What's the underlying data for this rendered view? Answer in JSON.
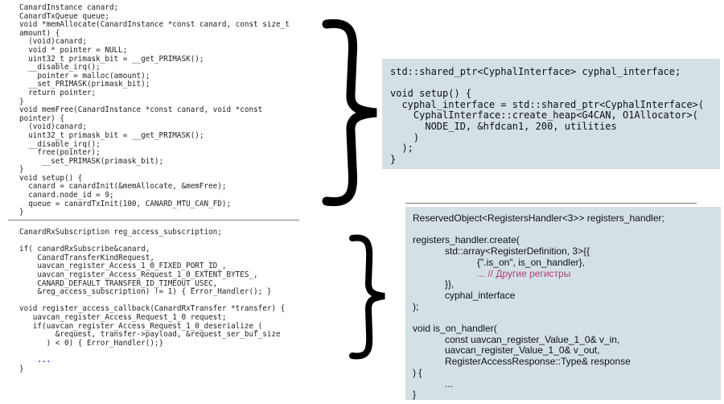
{
  "left_top_code": [
    "CanardInstance canard;",
    "CanardTxQueue queue;",
    "void *memAllocate(CanardInstance *const canard, const size_t",
    "amount) {",
    "  (void)canard;",
    "  void * pointer = NULL;",
    "  uint32_t primask_bit = __get_PRIMASK();",
    "  __disable_irq();",
    "    pointer = malloc(amount);",
    "  __set_PRIMASK(primask_bit);",
    "  return pointer;",
    "}",
    "void memFree(CanardInstance *const canard, void *const",
    "pointer) {",
    "  (void)canard;",
    "  uint32_t primask_bit = __get_PRIMASK();",
    "  __disable_irq();",
    "    free(pointer);",
    "     __set_PRIMASK(primask_bit);",
    "}",
    "void setup() {",
    "  canard = canardInit(&memAllocate, &memFree);",
    "  canard.node_id = 9;",
    "  queue = canardTxInit(100, CANARD_MTU_CAN_FD);",
    "}"
  ],
  "left_bottom_code": [
    "CanardRxSubscription reg_access_subscription;",
    " ",
    "if( canardRxSubscribe&canard,",
    "    CanardTransferKindRequest,",
    "    uavcan_register_Access_1_0_FIXED_PORT_ID_,",
    "    uavcan_register_Access_Request_1_0_EXTENT_BYTES_,",
    "    CANARD_DEFAULT_TRANSFER_ID_TIMEOUT_USEC,",
    "    &reg_access_subscription) != 1) { Error_Handler(); }",
    " ",
    "void register_access_callback(CanardRxTransfer *transfer) {",
    "   uavcan_register_Access_Request_1_0 request;",
    "   if(uavcan_register_Access_Request_1_0_deserialize_(",
    "        &request, transfer->payload, &request_ser_buf_size",
    "      ) < 0) { Error_Handler();}",
    " "
  ],
  "left_bottom_ellipsis": "    ...",
  "left_bottom_close": "}",
  "right_top_code": [
    "std::shared_ptr<CyphalInterface> cyphal_interface;",
    " ",
    "void setup() {",
    "  cyphal_interface = std::shared_ptr<CyphalInterface>(",
    "    CyphalInterface::create_heap<G4CAN, O1Allocator>(",
    "      NODE_ID, &hfdcan1, 200, utilities",
    "    )",
    "  );",
    "}"
  ],
  "right_bottom_code": {
    "before": [
      "ReservedObject<RegistersHandler<3>> registers_handler;",
      " ",
      "registers_handler.create(",
      "            std::array<RegisterDefinition, 3>{{",
      "                        {\".is_on\", is_on_handler},"
    ],
    "comment": "                        ... // Другие регистры",
    "after": [
      "            }},",
      "            cyphal_interface",
      ");",
      " ",
      "void is_on_handler(",
      "            const uavcan_register_Value_1_0& v_in,",
      "            uavcan_register_Value_1_0& v_out,",
      "            RegisterAccessResponse::Type& response",
      ") {",
      "            ...",
      "}"
    ]
  },
  "colors": {
    "box_bg": "#d3e0e6",
    "comment": "#b0407a",
    "ellipsis": "#1a3fe0"
  }
}
